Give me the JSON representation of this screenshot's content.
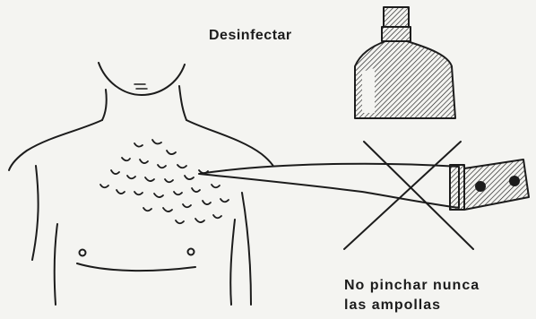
{
  "labels": {
    "disinfect": "Desinfectar",
    "warning_line1": "No pinchar nunca",
    "warning_line2": "las ampollas"
  },
  "colors": {
    "ink": "#1c1c1c",
    "paper": "#f4f4f1"
  }
}
